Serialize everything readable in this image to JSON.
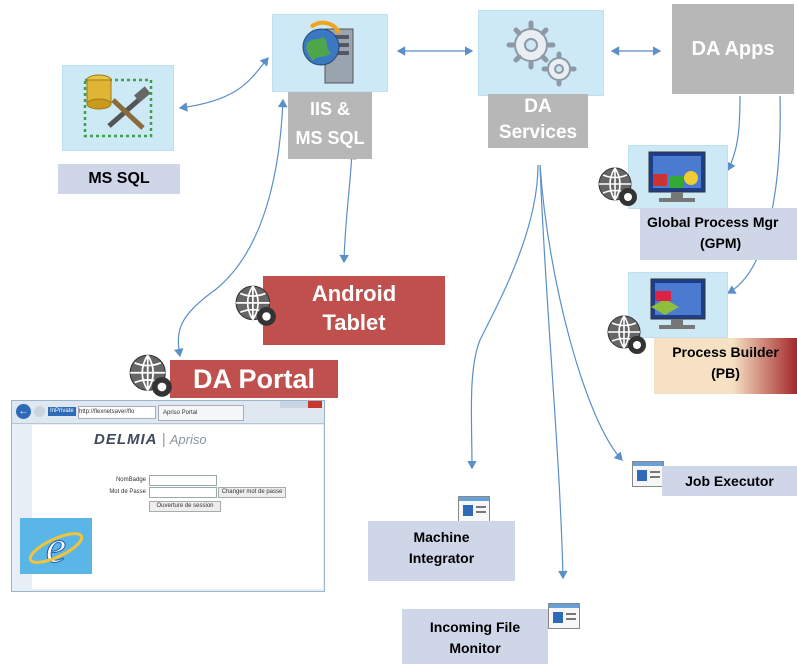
{
  "nodes": {
    "ms_sql": "MS SQL",
    "iis_line1": "IIS &",
    "iis_line2": "MS SQL",
    "da_services_line1": "DA",
    "da_services_line2": "Services",
    "da_apps": "DA Apps",
    "gpm_line1": "Global Process Mgr",
    "gpm_line2": "(GPM)",
    "pb_line1": "Process Builder",
    "pb_line2": "(PB)",
    "android_line1": "Android",
    "android_line2": "Tablet",
    "da_portal": "DA Portal",
    "job_executor": "Job Executor",
    "machine_line1": "Machine",
    "machine_line2": "Integrator",
    "incoming_line1": "Incoming File",
    "incoming_line2": "Monitor"
  },
  "browser": {
    "inprivate": "InPrivate",
    "url": "http://flexnetsaver/flo",
    "tab": "Apriso Portal",
    "brand": "DELMIA",
    "brand_sub": "Apriso",
    "badge_label": "NomBadge",
    "password_label": "Mot de Passe",
    "change_password": "Changer mot de passe",
    "login_button": "Ouverture de session"
  },
  "colors": {
    "icon_bg": "#cde9f6",
    "gray_label": "#b7b7b7",
    "lavender_label": "#cfd6e8",
    "red_label": "#c0504d",
    "arrow": "#5b8fc7"
  }
}
